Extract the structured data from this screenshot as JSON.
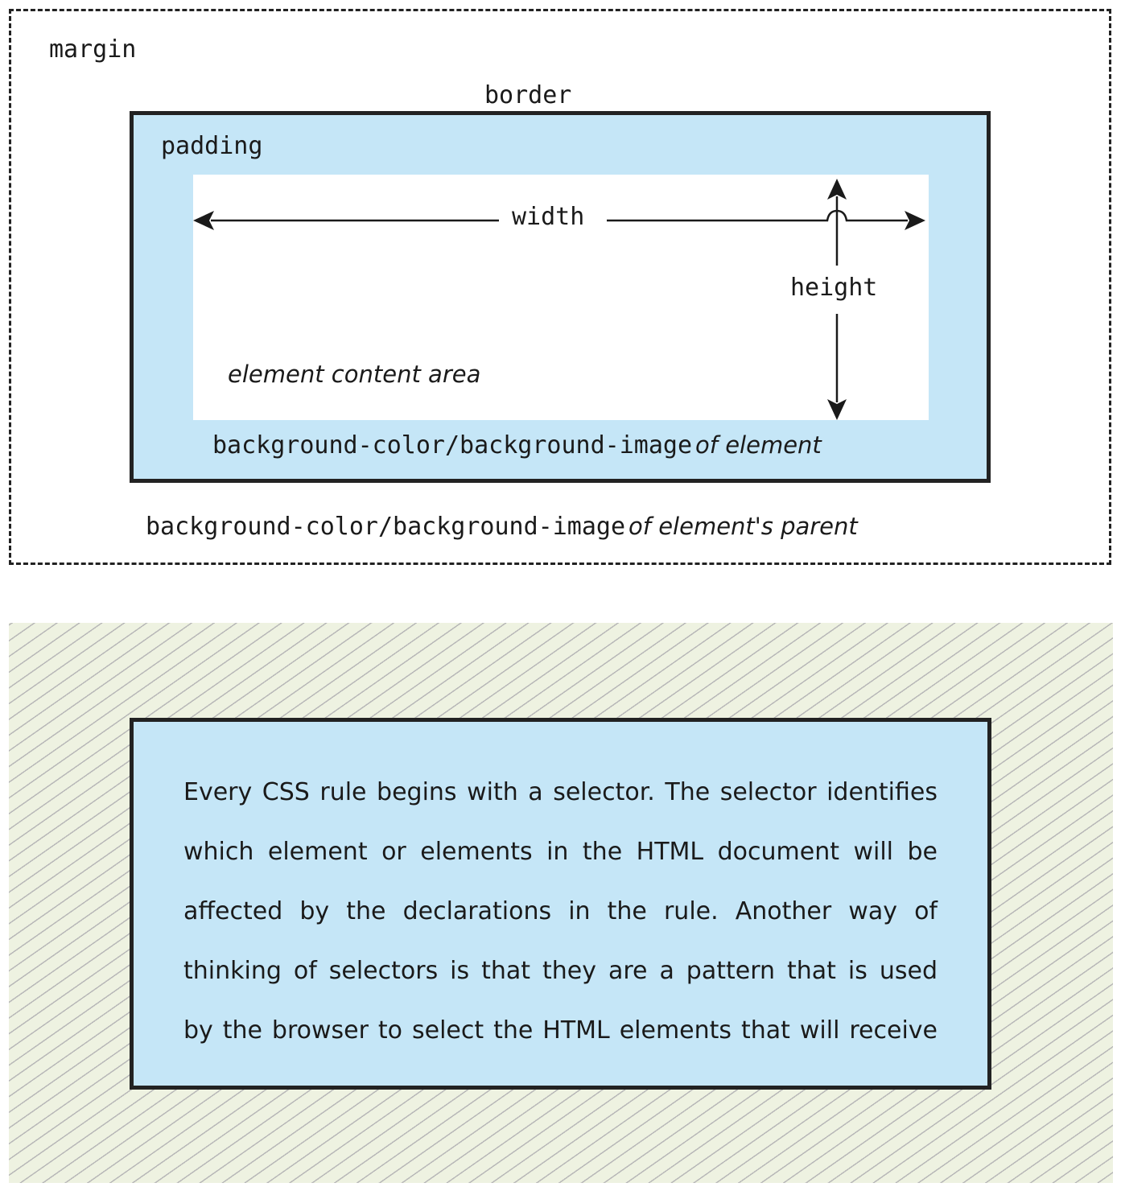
{
  "diagram": {
    "title": "CSS box model",
    "labels": {
      "margin": "margin",
      "border": "border",
      "padding": "padding",
      "width": "width",
      "height": "height",
      "content_area": "element content area",
      "element_bg_code": "background-color/background-image",
      "element_bg_text": "of element",
      "parent_bg_code": "background-color/background-image",
      "parent_bg_text": "of element's parent"
    },
    "colors": {
      "padding_fill": "#c5e6f7",
      "content_fill": "#ffffff",
      "border_stroke": "#222222",
      "pattern_bg": "#eef2e1",
      "pattern_stripe": "#b8b8b8"
    }
  },
  "example": {
    "lines": [
      "Every CSS rule begins with a selector. The selector identifies",
      "which element or elements in the HTML document will be",
      "affected by the declarations in the rule. Another way of",
      "thinking of selectors is that they are a pattern that is used",
      "by the browser to select the HTML elements that will receive"
    ]
  }
}
